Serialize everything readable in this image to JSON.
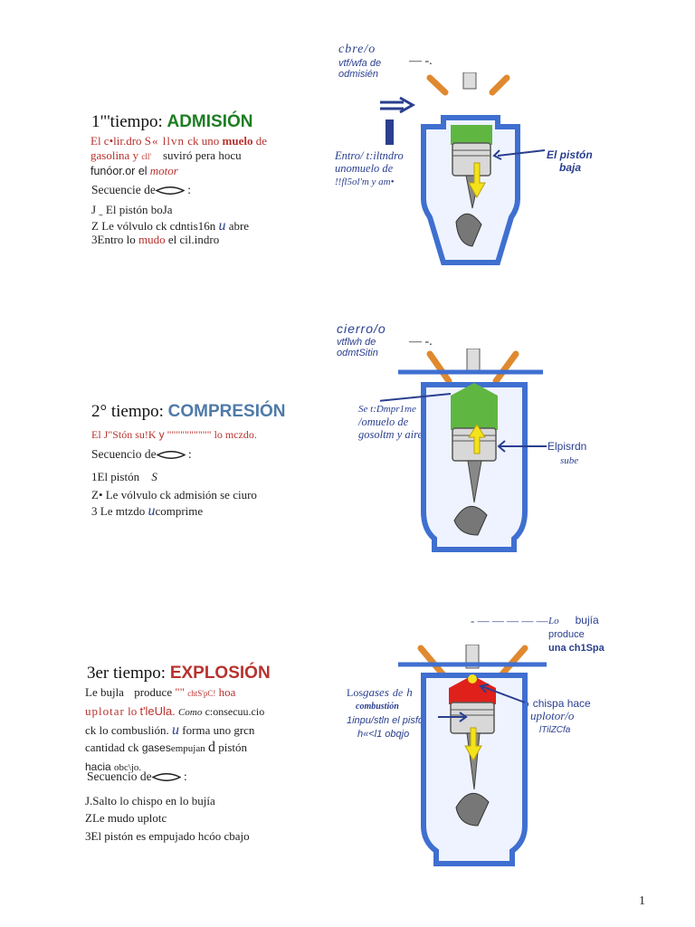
{
  "page_number": "1",
  "colors": {
    "green": "#1e7d23",
    "steel_blue": "#4f7aa8",
    "red": "#b8322e",
    "note_blue": "#2a3f8f",
    "cylinder_blue": "#3f6fd0",
    "valve_orange": "#e0892f",
    "fuel_green": "#5fb742",
    "spark_red": "#e0201b",
    "arrow_yellow": "#f4e21a"
  },
  "stroke1": {
    "title_prefix": "1\"'tiempo:",
    "title_keyword": "ADMISIÓN",
    "description": [
      "El c•lir.dro",
      "S« llvn",
      "ck uno",
      "muelo",
      "de",
      "gasolina y",
      "cll'",
      "suviró",
      "pera hocu",
      "funóor.or el",
      "motor"
    ],
    "sequence_label": "Secuencie de",
    "steps": [
      "J ˍ El pistón boJa",
      "Z Le vólvulo ck cdntis16n",
      "u",
      "abre",
      "3Entro lo",
      "mudo",
      "el cil.indro"
    ],
    "valve_note": [
      "cbre/o",
      "vtf/wfa de",
      "odmisién"
    ],
    "dash": "— -.",
    "left_note": [
      "Entro/ t:iltndro",
      "unomuelo de",
      "!!fl5ol'm y am•"
    ],
    "right_note": [
      "El pistón",
      "baja"
    ]
  },
  "stroke2": {
    "title_prefix": "2° tiempo:",
    "title_keyword": "COMPRESIÓN",
    "description": [
      "El J\"Stón su!K",
      "y",
      "\"\"\"\"\"\"\"\"\"\"",
      "lo mczdo."
    ],
    "sequence_label": "Secuencio de",
    "steps": [
      "1El pistón",
      "S",
      "Z• Le vólvulo ck admisión se ciuro",
      "3 Le mtzdo",
      "u",
      "comprime"
    ],
    "valve_note": [
      "cierro/o",
      "vtflwh de",
      "odmtSitin"
    ],
    "dash": "— -.",
    "left_note": [
      "Se t:Dmpr1me",
      "/omuelo de",
      "gosoltm y aire"
    ],
    "right_note": [
      "Elpisrdn",
      "sube"
    ]
  },
  "stroke3": {
    "title_prefix": "3er tiempo:",
    "title_keyword": "EXPLOSIÓN",
    "description": [
      "Le bujla",
      "produce",
      "\"\"",
      "chtS'pC!",
      "hoa",
      "uplotar",
      "lo",
      "t'leUla.",
      "Como",
      "c:onsecuu.cio",
      "ck lo combuslión.",
      "u",
      "forma uno grcn",
      "cantidad ck",
      "gases",
      "empujan",
      "d",
      "pistón",
      "hacia",
      "obc\\jo."
    ],
    "sequence_label": "Secuencio de",
    "steps": [
      "J.Salto lo chispo en lo bujía",
      "ZLe mudo uplotc",
      "3El pistón es empujado hcóo cbajo"
    ],
    "spark_note": [
      "Lo",
      "bujía",
      "produce",
      "una ch1Spa"
    ],
    "dash": "- — — — — —",
    "left_note": [
      "Los",
      "gases",
      "de",
      "h",
      "combustión",
      "1inpu/stln el pisfdn",
      "h«<l1 obqjo"
    ],
    "right_note": [
      "Lo",
      "chispa hace",
      "uplotor/o",
      "lTil",
      "ZCfa"
    ]
  }
}
